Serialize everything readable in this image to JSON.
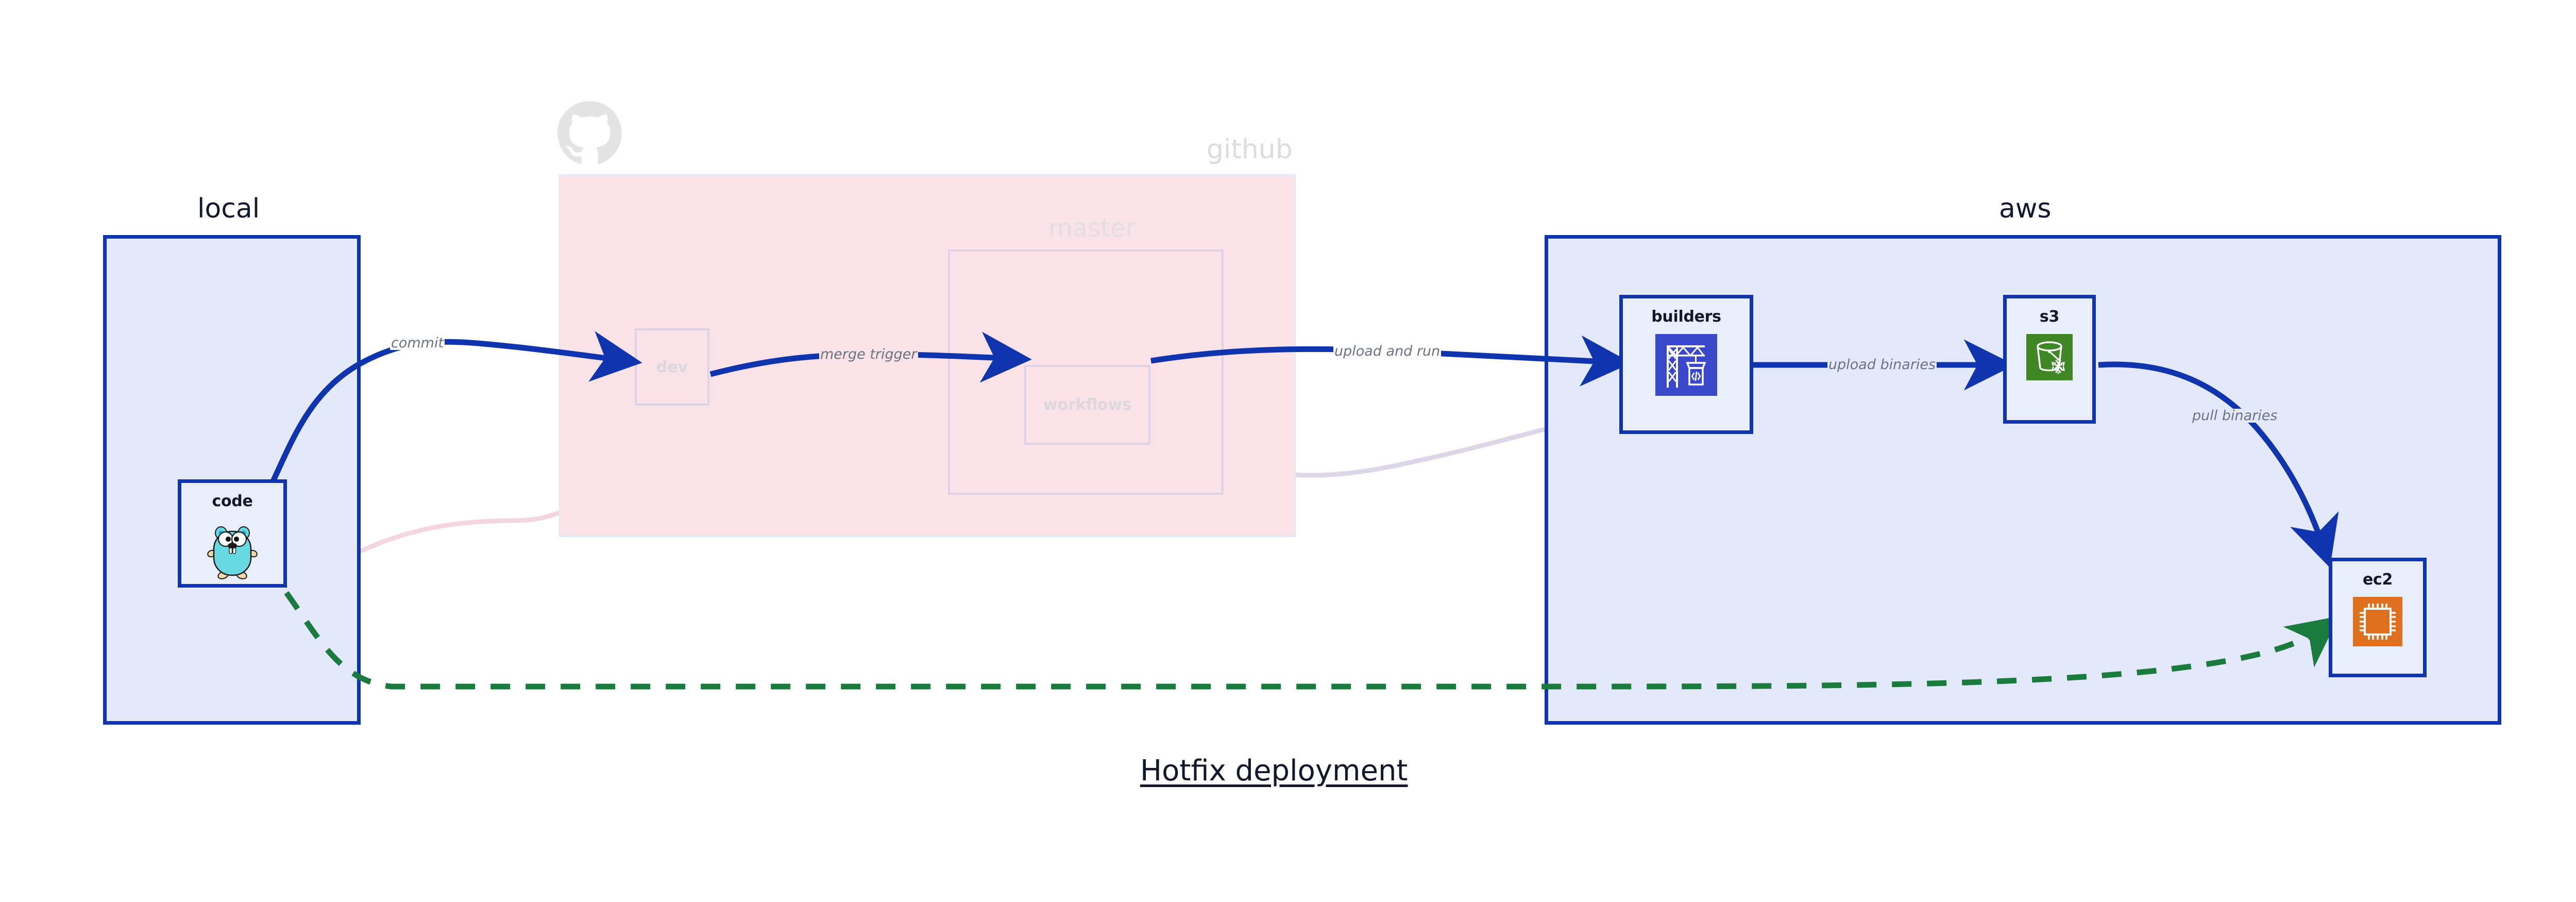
{
  "diagram": {
    "title": "Hotfix deployment",
    "colors": {
      "accent_blue": "#0f34ae",
      "cluster_blue_fill": "#e3e8fb",
      "cluster_pink_fill": "#f9e2e8",
      "node_fill": "#eaeefc",
      "ghost_border": "#dcd4e6",
      "ghost_text": "#dbd7dd",
      "edge_label_text": "#6b7280",
      "green_dashed": "#1b7a3d",
      "builders_icon_bg": "#3b48cc",
      "s3_icon_bg": "#3f8624",
      "ec2_icon_bg": "#dd7120",
      "gopher_body": "#68d8e3"
    }
  },
  "clusters": [
    {
      "id": "local",
      "label": "local",
      "style": "solid-blue"
    },
    {
      "id": "github",
      "label": "github",
      "style": "ghost-pink"
    },
    {
      "id": "aws",
      "label": "aws",
      "style": "solid-blue"
    }
  ],
  "github": {
    "label": "github",
    "logo_icon": "github-octocat-icon",
    "subcluster": {
      "id": "master",
      "label": "master"
    },
    "nodes": [
      {
        "id": "dev",
        "label": "dev"
      },
      {
        "id": "workflows",
        "label": "workflows"
      }
    ]
  },
  "nodes": [
    {
      "id": "code",
      "label": "code",
      "icon": "go-gopher-icon",
      "cluster": "local"
    },
    {
      "id": "builders",
      "label": "builders",
      "icon": "aws-codebuild-crane-icon",
      "cluster": "aws"
    },
    {
      "id": "s3",
      "label": "s3",
      "icon": "aws-s3-bucket-icon",
      "cluster": "aws"
    },
    {
      "id": "ec2",
      "label": "ec2",
      "icon": "aws-ec2-chip-icon",
      "cluster": "aws"
    }
  ],
  "edges": [
    {
      "id": "commit",
      "label": "commit",
      "from": "code",
      "to": "dev",
      "style": "solid-blue"
    },
    {
      "id": "merge-trigger",
      "label": "merge trigger",
      "from": "dev",
      "to": "workflows",
      "style": "solid-blue"
    },
    {
      "id": "upload-and-run",
      "label": "upload and run",
      "from": "workflows",
      "to": "builders",
      "style": "solid-blue"
    },
    {
      "id": "upload-binaries",
      "label": "upload binaries",
      "from": "builders",
      "to": "s3",
      "style": "solid-blue"
    },
    {
      "id": "pull-binaries",
      "label": "pull binaries",
      "from": "s3",
      "to": "ec2",
      "style": "solid-blue"
    },
    {
      "id": "hotfix-direct",
      "label": "",
      "from": "code",
      "to": "ec2",
      "style": "dashed-green"
    },
    {
      "id": "ghost-commit",
      "label": "",
      "from": "code",
      "to": "dev",
      "style": "ghost-pink"
    },
    {
      "id": "ghost-merge",
      "label": "",
      "from": "dev",
      "to": "workflows",
      "style": "ghost-lavender"
    },
    {
      "id": "ghost-upload",
      "label": "",
      "from": "workflows",
      "to": "builders",
      "style": "ghost-lavender"
    }
  ]
}
